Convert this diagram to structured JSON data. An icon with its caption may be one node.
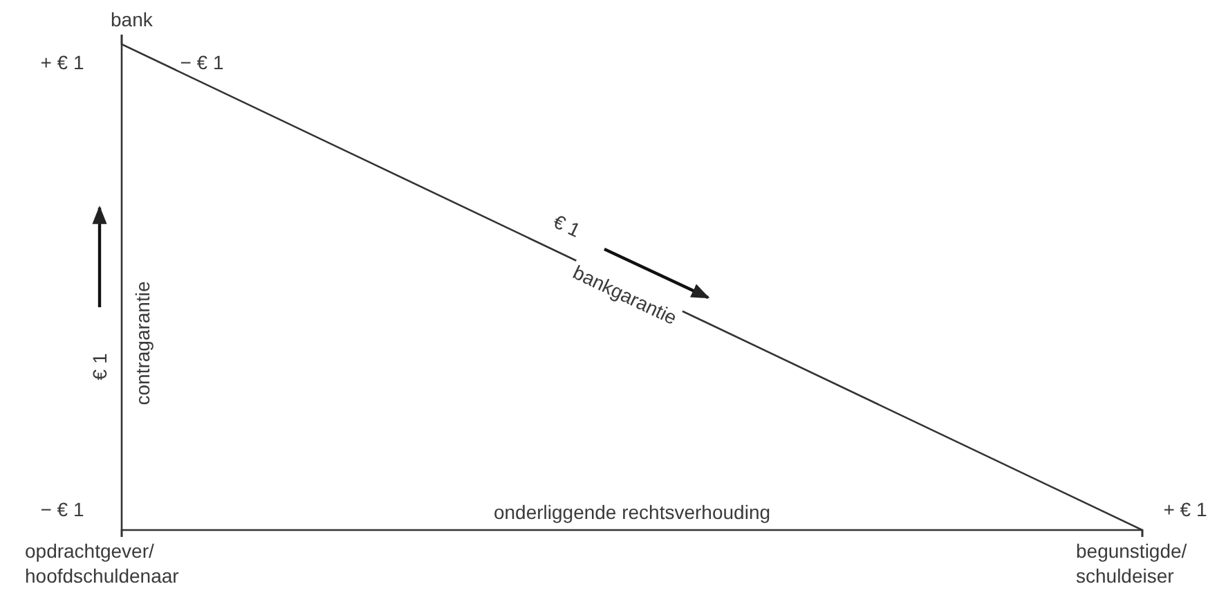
{
  "diagram": {
    "nodes": [
      {
        "text": [
          "bank"
        ]
      },
      {
        "text": [
          "opdrachtgever/ hoofdschuldenaar"
        ]
      },
      {
        "text": [
          "begunstigde/ schuldeiser"
        ]
      }
    ],
    "edges": [
      {
        "from": 0,
        "to": 1,
        "arrow": "none",
        "label": "contragarantie"
      },
      {
        "from": 0,
        "to": 2,
        "arrow": "none",
        "label": "bankgarantie"
      },
      {
        "from": 1,
        "to": 2,
        "arrow": "none",
        "label": "onderliggende rechtsverhouding"
      }
    ],
    "labels": [
      "+ € 1",
      "− € 1",
      "€ 1",
      "€ 1",
      "− € 1",
      "+ € 1"
    ]
  }
}
